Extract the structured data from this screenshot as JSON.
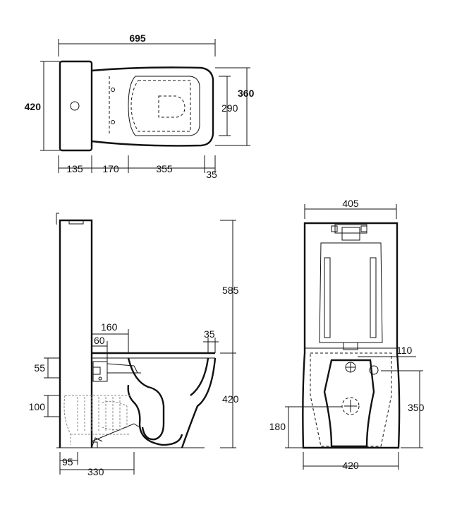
{
  "top_view": {
    "overall_width": "695",
    "overall_depth": "420",
    "bowl_depth_outer": "360",
    "bowl_depth_inner": "290",
    "seg_tank": "135",
    "seg_2": "170",
    "seg_3": "355",
    "seg_4": "35"
  },
  "side_view": {
    "tank_height": "585",
    "bowl_height": "420",
    "rim_offset": "35",
    "inlet_160": "160",
    "inlet_60": "60",
    "inlet_55": "55",
    "outlet_100": "100",
    "base_95": "95",
    "base_330": "330"
  },
  "front_view": {
    "tank_width": "405",
    "inlet_110": "110",
    "outlet_height": "350",
    "floor_180": "180",
    "base_width": "420"
  }
}
